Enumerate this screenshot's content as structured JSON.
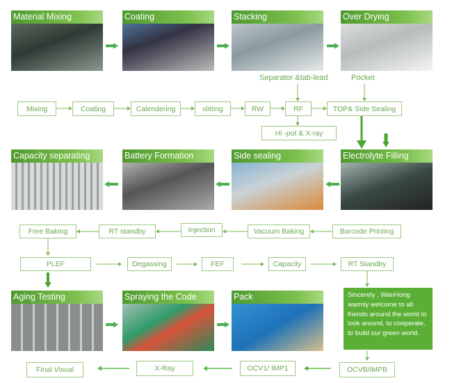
{
  "colors": {
    "accent": "#5aaf34",
    "box_border": "#9cc77e",
    "text": "#6aa84f"
  },
  "photo_steps": [
    "Material Mixing",
    "Coating",
    "Stacking",
    "Over Drying",
    "Capacity separating",
    "Battery Formation",
    "Side sealing",
    "Electrolyte Filling",
    "Aging Testing",
    "Spraying the Code",
    "Pack"
  ],
  "labels": {
    "separator": "Separator &tab-lead",
    "pocket": "Pocket"
  },
  "flow_row1": [
    "Mixing",
    "Coating",
    "Calendering",
    "slitting",
    "RW",
    "RF",
    "TOP& Side Sealing"
  ],
  "hipot": "Hi -pot & X-ray",
  "flow_row2": [
    "Free Baking",
    "RT standby",
    "Injection",
    "Vacuum Baking",
    "Barcode Printing"
  ],
  "flow_row3": [
    "PLEF",
    "Degassing",
    "FEF",
    "Capacity",
    "RT Standby"
  ],
  "flow_row4": [
    "Final Visual",
    "X-Ray",
    "OCV1/ IMP1",
    "OCVB/IMPB"
  ],
  "welcome": "Sincerely , WanHong warmly welcome to all friends around the world to look around, to cooperate, to build our green world."
}
